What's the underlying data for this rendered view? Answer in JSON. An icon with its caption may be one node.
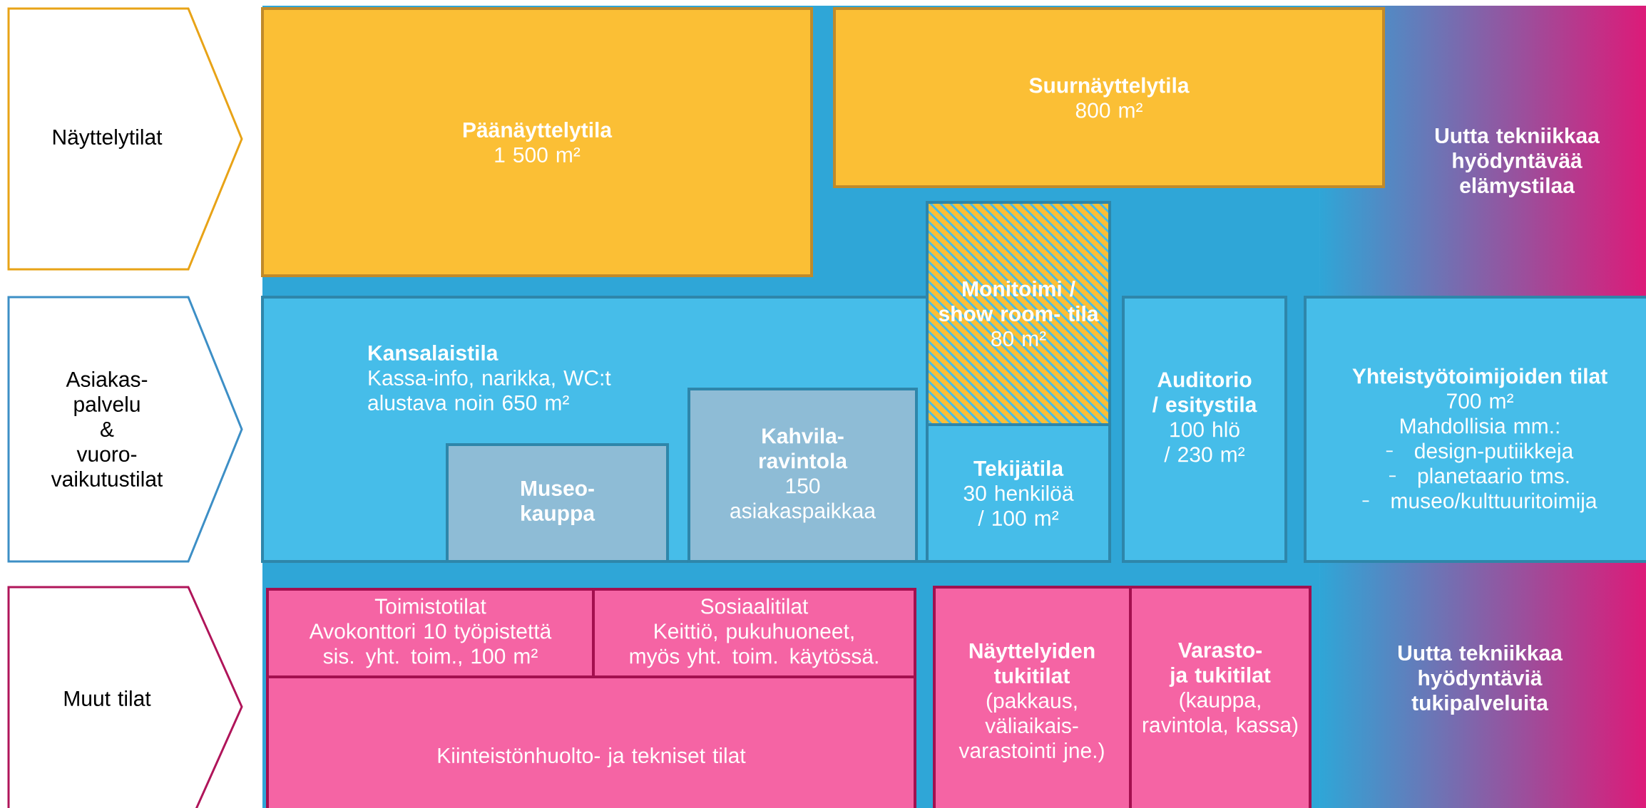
{
  "diagram": {
    "nodes": [
      {
        "text": [
          "Näyttelytilat"
        ]
      },
      {
        "text": [
          "Päänäyttelytila",
          "1 500 m²"
        ]
      },
      {
        "text": [
          "Suurnäyttelytila",
          "800 m²"
        ]
      },
      {
        "text": [
          "Asiakas- palvelu & vuoro- vaikutustilat"
        ]
      },
      {
        "text": [
          "Kansalaistila",
          "Kassa-info, narikka, WC:t alustava noin 650 m²"
        ]
      },
      {
        "text": [
          "Museo- kauppa"
        ],
        "in": 4
      },
      {
        "text": [
          "Kahvila- ravintola",
          "150 asiakaspaikkaa"
        ],
        "in": 4
      },
      {
        "text": [
          "Monitoimi / show room- tila",
          "80 m²"
        ]
      },
      {
        "text": [
          "**Tekijätila** 30 henkilöä / 100 m²"
        ]
      },
      {
        "text": [
          "Auditorio / esitystila",
          "100 hlö / 230 m²"
        ]
      },
      {
        "text": [
          "Yhteistyötoimijoiden tilat",
          "700 m²",
          "Mahdollisia mm.:",
          "design-putiikkeja",
          "planetaario tms.",
          "museo/kulttuuritoimija"
        ]
      },
      {
        "text": [
          "Muut tilat"
        ]
      },
      {
        "text": [
          "Toimistotilat",
          "Avokonttori 10 työpistettä sis. yht. toim., 100 m²"
        ]
      },
      {
        "text": [
          "Sosiaalitilat",
          "Keittiö, pukuhuoneet, myös yht. toim. käytössä."
        ]
      },
      {
        "text": [
          "Kiinteistönhuolto- ja tekniset tilat"
        ]
      },
      {
        "text": [
          "Näyttelyiden tukitilat",
          "(pakkaus, väliaikais- varastointi jne.)"
        ]
      },
      {
        "text": [
          "Varasto- ja tukitilat",
          "(kauppa, ravintola, kassa)"
        ]
      }
    ],
    "labels": [
      "Uutta tekniikkaa hyödyntävää elämystilaa",
      "Uutta tekniikkaa hyödyntäviä tukipalveluita"
    ]
  }
}
